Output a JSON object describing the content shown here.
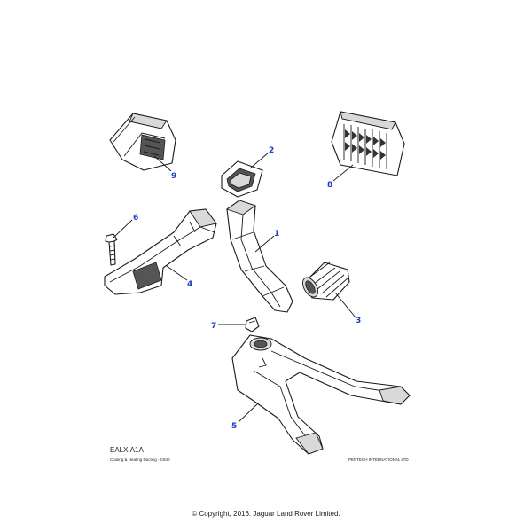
{
  "diagram": {
    "code": "EALXIA1A",
    "caption": "Cooling & Heating Ducting - C840",
    "publisher": "PENTECH INTERNATIONAL LTD",
    "callouts": [
      "1",
      "2",
      "3",
      "4",
      "5",
      "6",
      "7",
      "8",
      "9"
    ],
    "callout_color": "#1a3fc7"
  },
  "footer": {
    "copyright": "© Copyright, 2016. Jaguar Land Rover Limited."
  }
}
